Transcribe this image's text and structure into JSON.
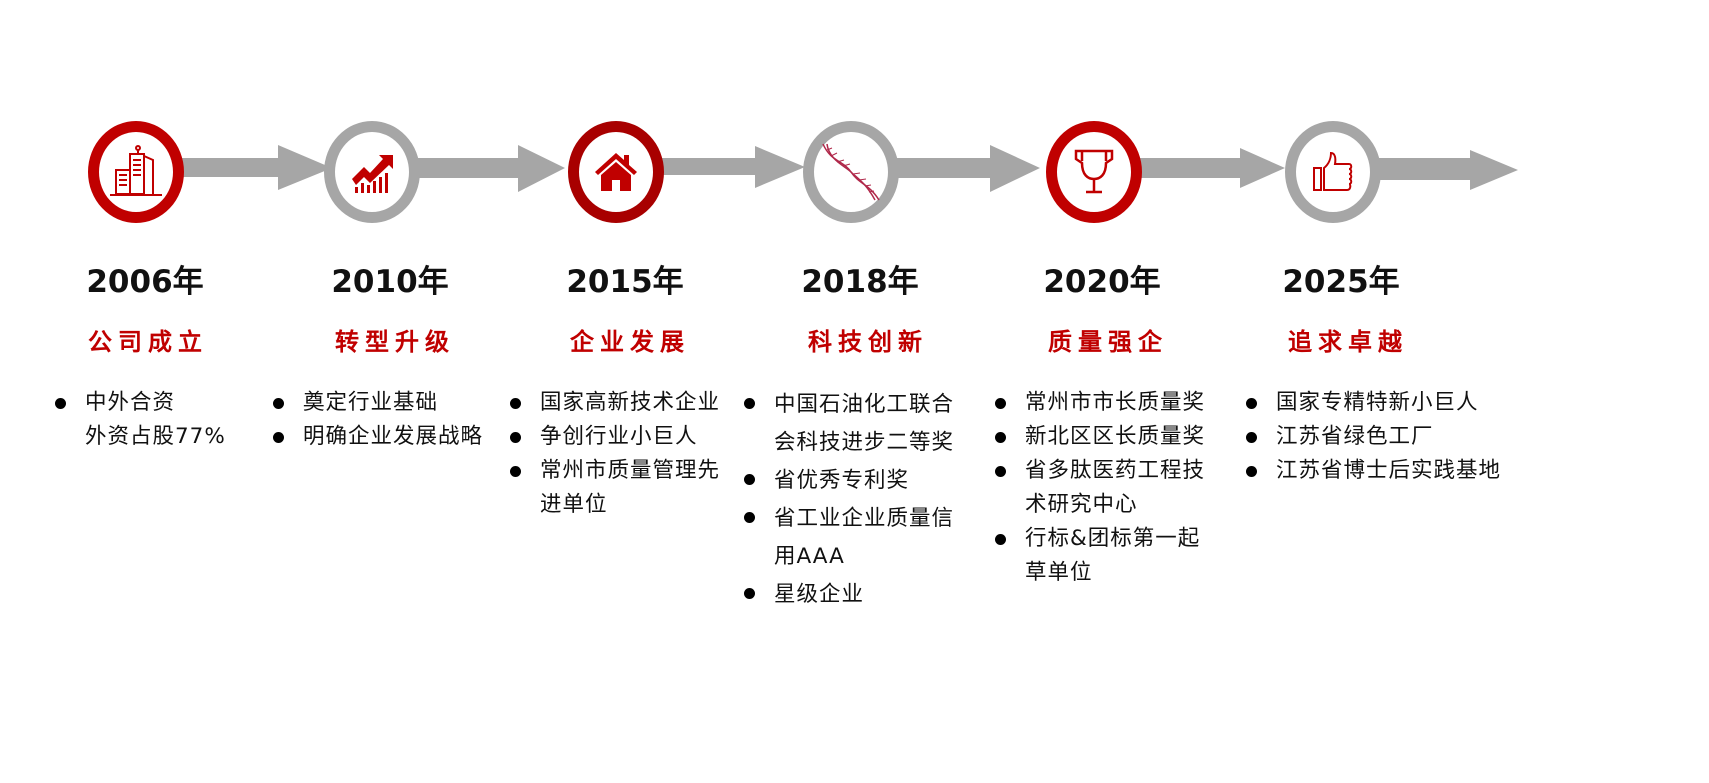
{
  "colors": {
    "accent": "#c00000",
    "gray": "#a6a6a6"
  },
  "milestones": [
    {
      "year": "2006年",
      "title": "公司成立",
      "icon": "building-icon",
      "items": [
        "中外合资"
      ],
      "sub": "外资占股77%"
    },
    {
      "year": "2010年",
      "title": "转型升级",
      "icon": "growth-chart-icon",
      "items": [
        "奠定行业基础",
        "明确企业发展战略"
      ]
    },
    {
      "year": "2015年",
      "title": "企业发展",
      "icon": "house-icon",
      "items": [
        "国家高新技术企业",
        "争创行业小巨人",
        "常州市质量管理先进单位"
      ]
    },
    {
      "year": "2018年",
      "title": "科技创新",
      "icon": "dna-icon",
      "items": [
        "中国石油化工联合会科技进步二等奖",
        "省优秀专利奖",
        "省工业企业质量信用AAA",
        "星级企业"
      ]
    },
    {
      "year": "2020年",
      "title": "质量强企",
      "icon": "trophy-icon",
      "items": [
        "常州市市长质量奖",
        "新北区区长质量奖",
        "省多肽医药工程技术研究中心",
        "行标&团标第一起草单位"
      ]
    },
    {
      "year": "2025年",
      "title": "追求卓越",
      "icon": "thumbs-up-icon",
      "items": [
        "国家专精特新小巨人",
        "江苏省绿色工厂",
        "江苏省博士后实践基地"
      ]
    }
  ]
}
